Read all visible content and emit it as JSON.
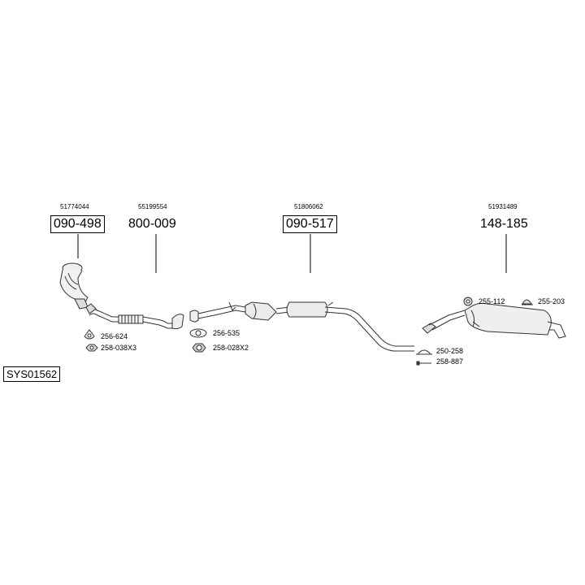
{
  "system_code": "SYS01562",
  "parts": [
    {
      "oem": "51774044",
      "number": "090-498",
      "boxed": true
    },
    {
      "oem": "55199554",
      "number": "800-009",
      "boxed": false
    },
    {
      "oem": "51806062",
      "number": "090-517",
      "boxed": true
    },
    {
      "oem": "51931489",
      "number": "148-185",
      "boxed": false
    }
  ],
  "accessories": [
    {
      "code": "256-624",
      "icon": "gasket-icon"
    },
    {
      "code": "258-038X3",
      "icon": "nut-icon"
    },
    {
      "code": "256-535",
      "icon": "gasket-icon"
    },
    {
      "code": "258-028X2",
      "icon": "nut-icon"
    },
    {
      "code": "255-112",
      "icon": "rubber-mount-icon"
    },
    {
      "code": "255-203",
      "icon": "rubber-hanger-icon"
    },
    {
      "code": "250-258",
      "icon": "clamp-icon"
    },
    {
      "code": "258-887",
      "icon": "bolt-icon"
    }
  ]
}
